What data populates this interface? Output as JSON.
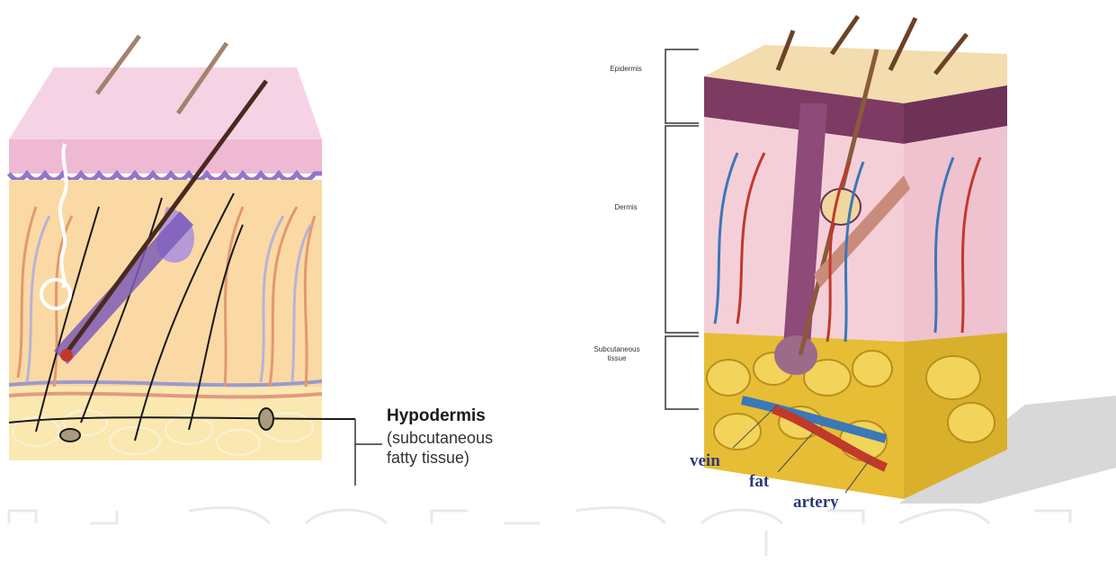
{
  "left_diagram": {
    "hypodermis_title": "Hypodermis",
    "hypodermis_sub_1": "(subcutaneous",
    "hypodermis_sub_2": "fatty tissue)"
  },
  "right_diagram": {
    "bracket_labels": {
      "epidermis": "Epidermis",
      "dermis": "Dermis",
      "subcutaneous_1": "Subcutaneous",
      "subcutaneous_2": "tissue"
    },
    "callouts": {
      "vein": "vein",
      "fat": "fat",
      "artery": "artery"
    }
  },
  "colors": {
    "epidermis_pink": "#f3c9dc",
    "dermis_yellow": "#fbd99a",
    "fat_yellow": "#e9c23a",
    "vein_blue": "#3a78b8",
    "artery_red": "#c0392b",
    "label_navy": "#2b3a7a"
  }
}
